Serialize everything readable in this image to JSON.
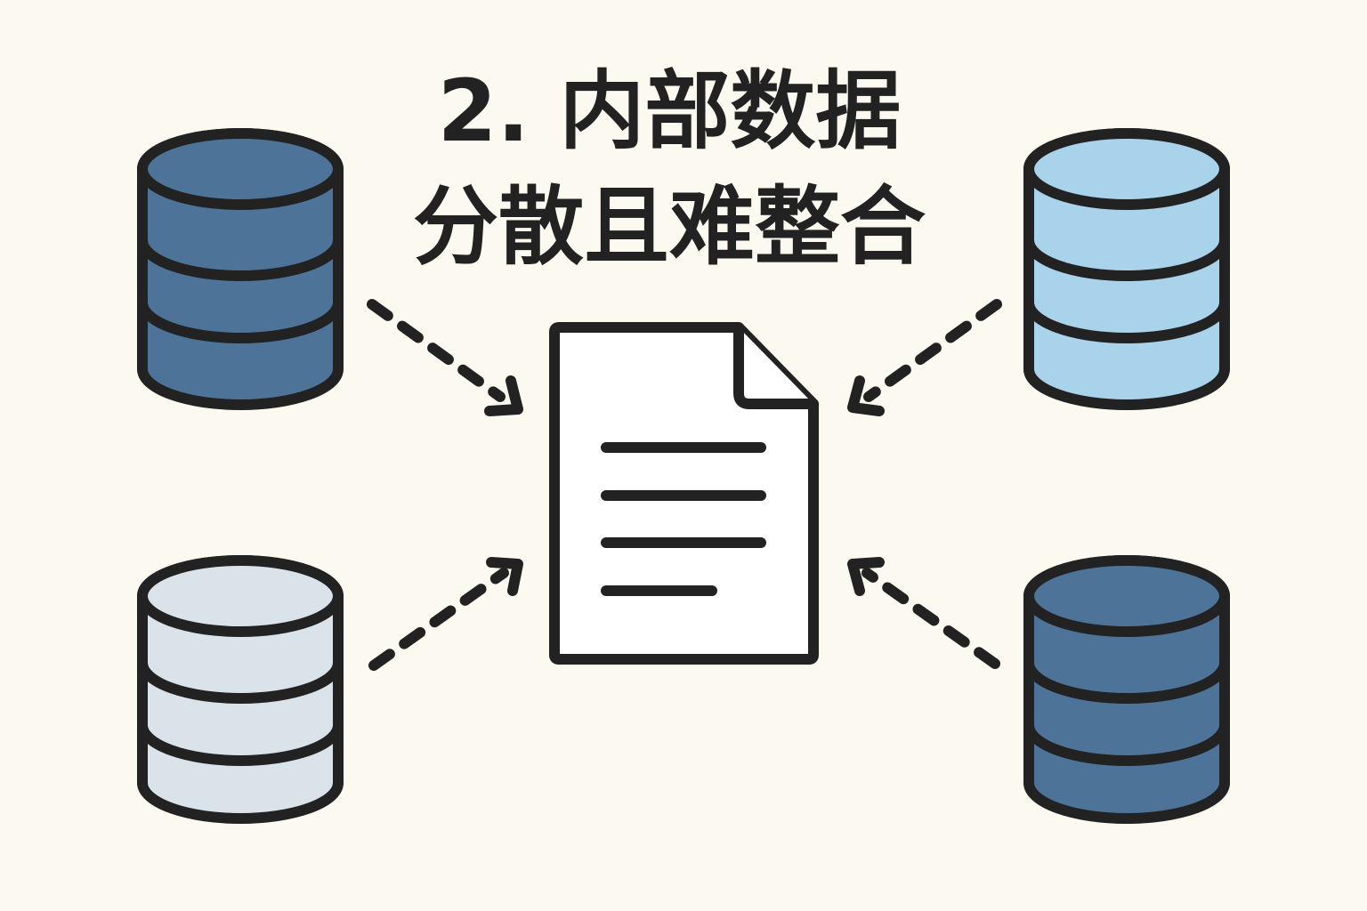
{
  "title": {
    "line1": "2. 内部数据",
    "line2": "分散且难整合"
  },
  "colors": {
    "background": "#fcf9f0",
    "outline": "#222222",
    "document_fill": "#ffffff",
    "db_dark_blue": "#4d7398",
    "db_light_blue": "#a9d3ea",
    "db_pale_blue": "#dbe3ea"
  },
  "diagram": {
    "databases": [
      {
        "id": "top-left",
        "color": "#4d7398"
      },
      {
        "id": "top-right",
        "color": "#a9d3ea"
      },
      {
        "id": "bottom-left",
        "color": "#dbe3ea"
      },
      {
        "id": "bottom-right",
        "color": "#4d7398"
      }
    ],
    "central": "document-icon",
    "arrows": [
      {
        "from": "top-left",
        "to": "document-icon",
        "style": "dashed"
      },
      {
        "from": "top-right",
        "to": "document-icon",
        "style": "dashed"
      },
      {
        "from": "bottom-left",
        "to": "document-icon",
        "style": "dashed"
      },
      {
        "from": "bottom-right",
        "to": "document-icon",
        "style": "dashed"
      }
    ]
  }
}
